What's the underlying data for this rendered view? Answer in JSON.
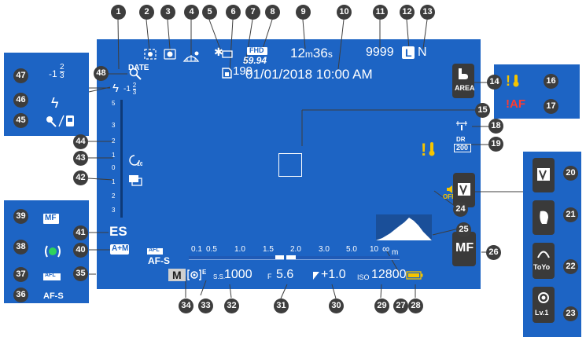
{
  "display": {
    "date_stamp": "DATE",
    "bluetooth_glyph": "✱",
    "movie_format": "FHD",
    "frame_rate": "59.94",
    "time_remaining": {
      "minutes": "12",
      "m": "m",
      "seconds": "36",
      "s": "s"
    },
    "date_time": "01/01/2018 10:00 AM",
    "shots_remaining": "9999",
    "image_size": "L",
    "image_quality": "N",
    "frame_counter": "199",
    "flash_compensation": {
      "sign": "-1",
      "num": "2",
      "den": "3"
    },
    "film_sim": "ES",
    "focus_mode_am": "A+M",
    "afl_label": "AFL",
    "af_mode": "AF-S",
    "shooting_mode": "M",
    "shutter_prefix": "S.S.",
    "shutter_speed": "1000",
    "aperture_prefix": "F",
    "aperture": "5.6",
    "exposure_comp": "+1.0",
    "iso_prefix": "ISO",
    "iso": "12800",
    "dr": "DR",
    "dr_value": "200",
    "wind_filter": "OFF",
    "mf_button": "MF",
    "area_button": "AREA",
    "distance_scale": [
      "0.1",
      "0.5",
      "1.0",
      "1.5",
      "2.0",
      "3.0",
      "5.0",
      "10",
      "∞"
    ],
    "distance_unit": "m",
    "exposure_scale": [
      "3",
      "2",
      "1",
      "0",
      "1",
      "2",
      "3"
    ],
    "exposure_scale_top": "5",
    "temp_warning_glyph": "!",
    "colors": {
      "screen": "#1d64c4",
      "accent": "#f5c400",
      "callout": "#3d3d3d"
    }
  },
  "left_panel_top": {
    "flash_comp": {
      "sign": "-1",
      "num": "2",
      "den": "3"
    }
  },
  "left_panel_bottom": {
    "mf": "MF",
    "afl": "AFL",
    "afs": "AF-S"
  },
  "right_panel_top": {
    "af_warn": "!AF"
  },
  "right_panel_bottom": {
    "toyo": "ToYo",
    "lv1": "Lv.1"
  },
  "callouts": [
    "1",
    "2",
    "3",
    "4",
    "5",
    "6",
    "7",
    "8",
    "9",
    "10",
    "11",
    "12",
    "13",
    "14",
    "15",
    "16",
    "17",
    "18",
    "19",
    "20",
    "21",
    "22",
    "23",
    "24",
    "25",
    "26",
    "27",
    "28",
    "29",
    "30",
    "31",
    "32",
    "33",
    "34",
    "35",
    "36",
    "37",
    "38",
    "39",
    "40",
    "41",
    "42",
    "43",
    "44",
    "45",
    "46",
    "47",
    "48"
  ]
}
